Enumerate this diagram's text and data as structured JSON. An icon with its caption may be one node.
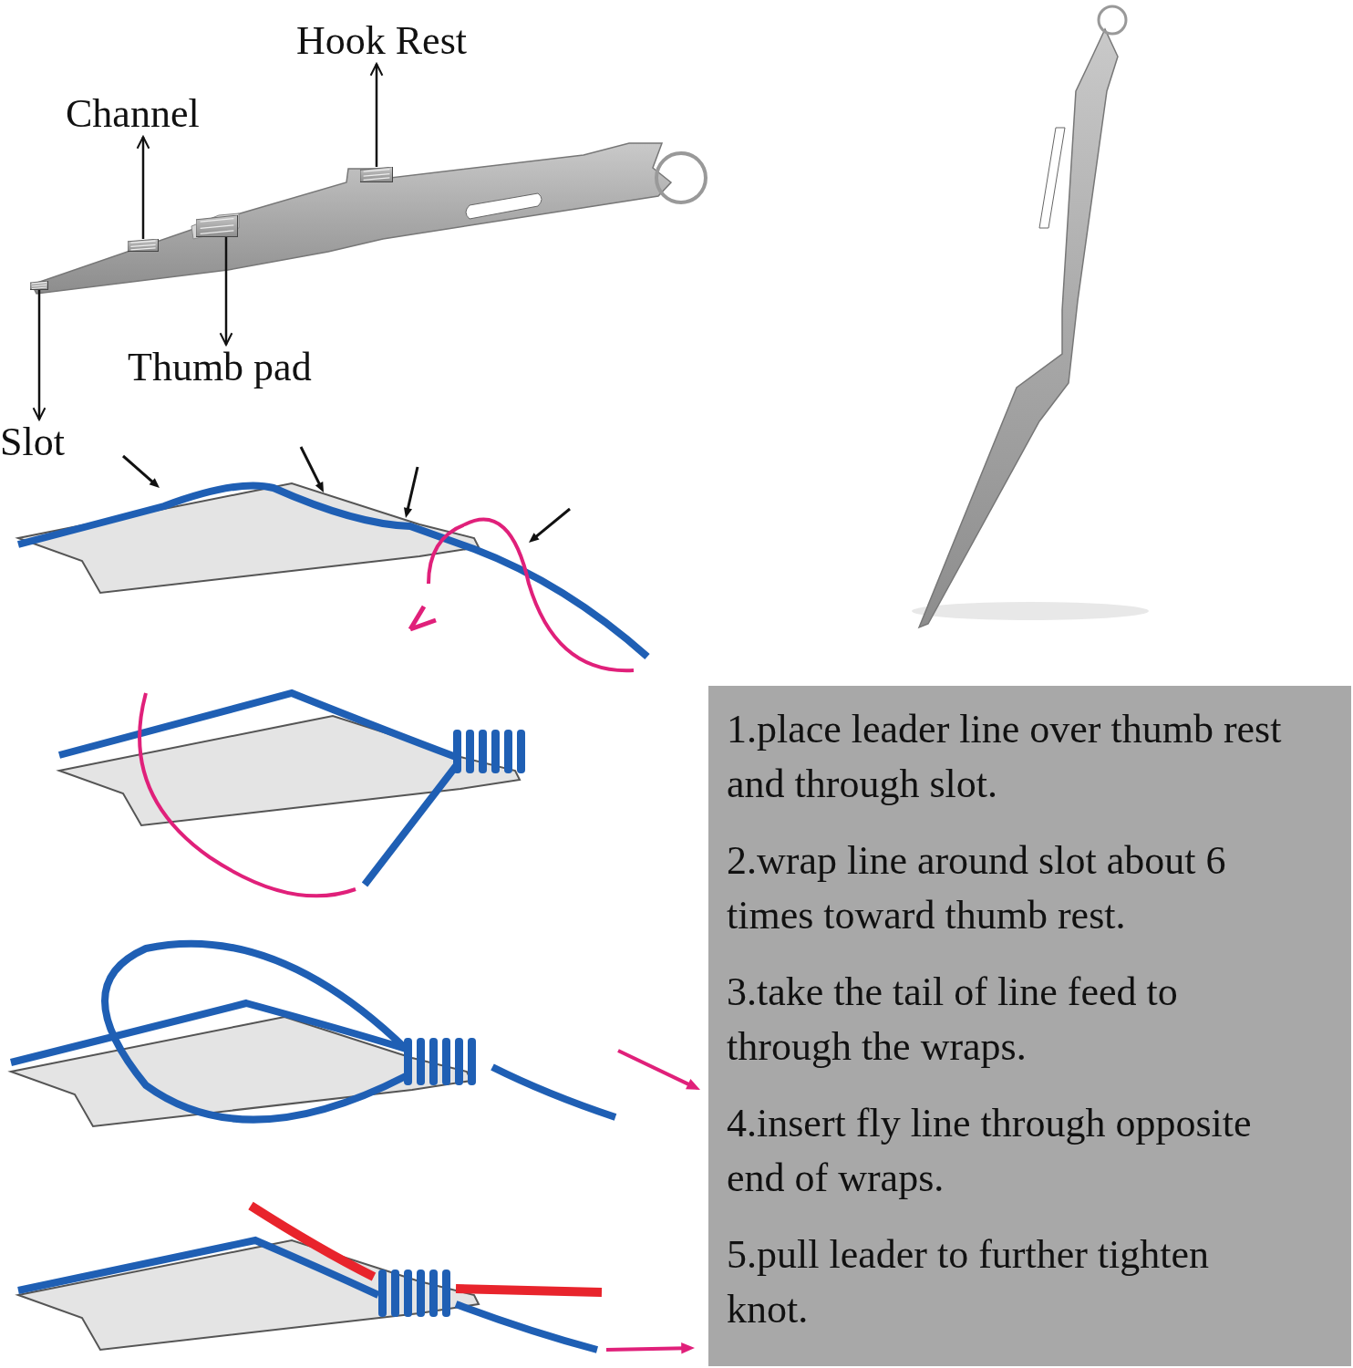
{
  "diagram": {
    "nodes": [
      {
        "text": [
          "Hook Rest"
        ]
      },
      {
        "text": [
          "Channel"
        ]
      },
      {
        "text": [
          "Thumb pad"
        ]
      },
      {
        "text": [
          "Slot"
        ]
      },
      {
        "text": [
          "1.place leader line over thumb rest and through slot.",
          "2.wrap line around slot about 6 times toward thumb rest.",
          "3.take the tail of line feed to through the wraps.",
          "4.insert fly line through opposite end of wraps.",
          "5.pull leader to further tighten knot."
        ]
      },
      {
        "text": [],
        "shape": "picture"
      },
      {
        "text": [],
        "shape": "picture"
      },
      {
        "text": [],
        "shape": "picture"
      },
      {
        "text": [],
        "shape": "picture"
      }
    ],
    "edges": [
      {
        "from": 5,
        "to": 0,
        "arrow": "to"
      },
      {
        "from": 6,
        "to": 1,
        "arrow": "to"
      },
      {
        "from": 7,
        "to": 2,
        "arrow": "to"
      },
      {
        "from": 8,
        "to": 3,
        "arrow": "to"
      }
    ]
  }
}
